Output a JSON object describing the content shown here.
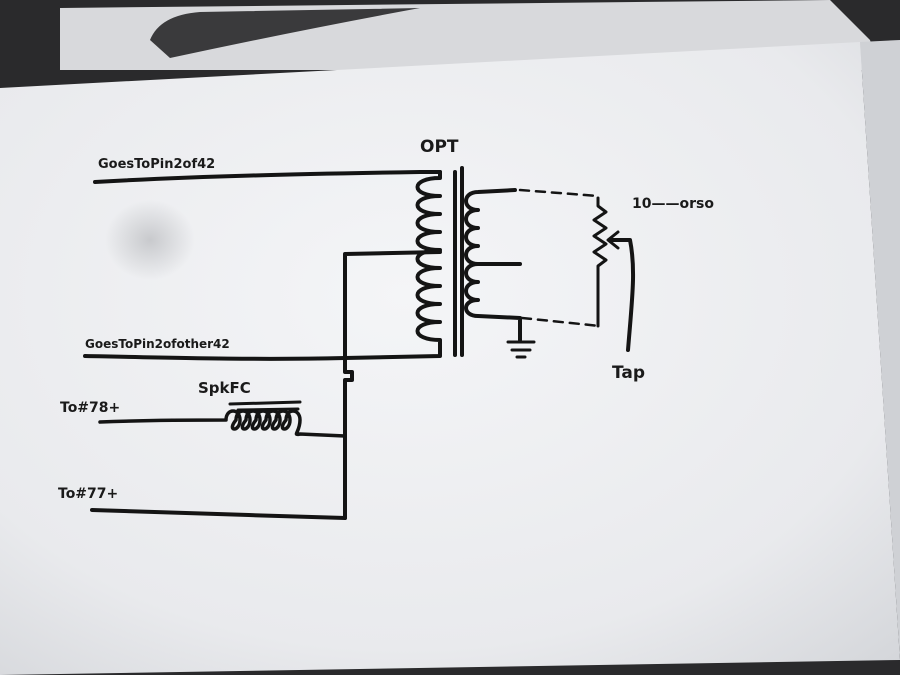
{
  "diagram": {
    "labels": {
      "transformer": "OPT",
      "input_top": "GoesToPin2of42",
      "input_bottom": "GoesToPin2ofother42",
      "choke": "SpkFC",
      "terminal_78": "To#78+",
      "terminal_77": "To#77+",
      "resistor_value": "10——orso",
      "tap": "Tap"
    },
    "colors": {
      "paper": "#f0f1f3",
      "paper_shadow": "#c9cbcf",
      "background": "#2a2a2c",
      "ink": "#141414"
    }
  }
}
